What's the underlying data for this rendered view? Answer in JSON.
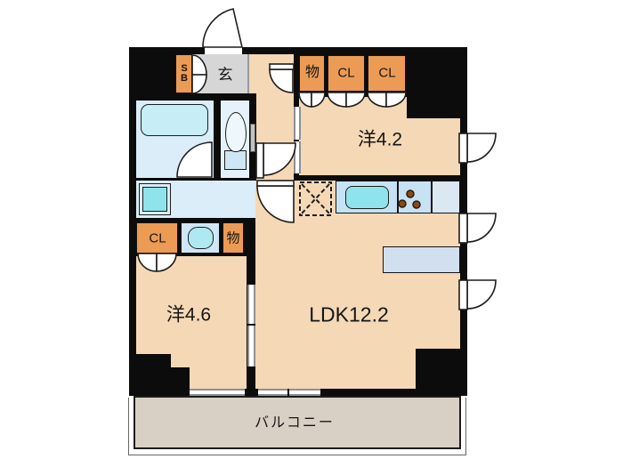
{
  "title": "apartment-floor-plan",
  "colors": {
    "wall": "#0c0c0c",
    "room": "#f5d8b6",
    "genkan": "#d6d6d6",
    "closet": "#ec9b55",
    "water": "#daedf9",
    "toilet_room": "#e6f2fb",
    "tub": "#c7eef7",
    "appliance": "#8fe3ec",
    "sink_oval": "#aee9f2",
    "counter": "#c6e2f5",
    "counter_end": "#dbe7f1",
    "counter_bar": "#d2dfee",
    "balcony": "#d8d0c5",
    "stove_dot": "#8a4a14"
  },
  "labels": {
    "shoe_box": "S\nB",
    "entrance": "玄",
    "storage_top": "物",
    "closet_top_1": "CL",
    "closet_top_2": "CL",
    "room_4_2": "洋4.2",
    "closet_mid": "CL",
    "storage_mid": "物",
    "room_4_6": "洋4.6",
    "ldk": "LDK12.2",
    "balcony": "バルコニー"
  }
}
